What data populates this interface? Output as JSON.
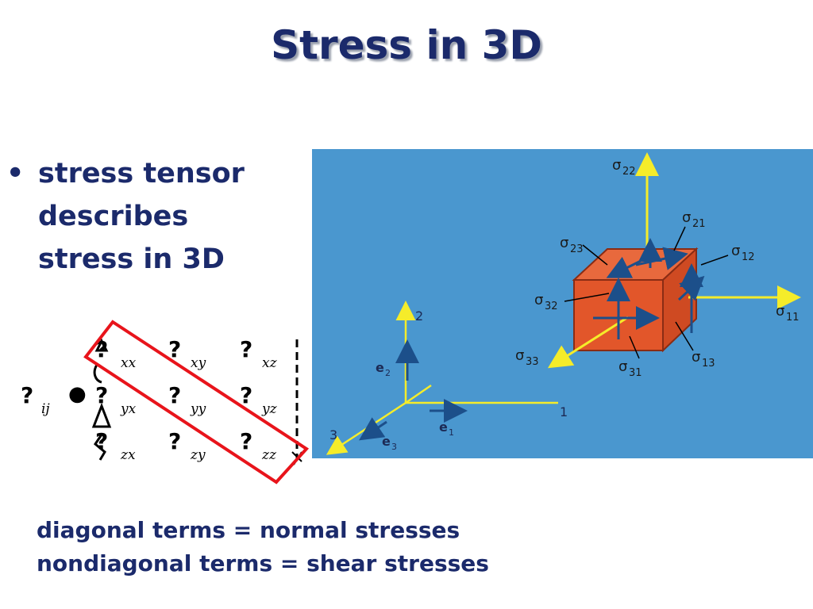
{
  "slide": {
    "title": "Stress in 3D",
    "bullet": {
      "marker": "•",
      "lines": [
        "stress tensor",
        "describes",
        "stress in 3D"
      ]
    },
    "footer": {
      "line1": "diagonal terms = normal stresses",
      "line2": "nondiagonal terms = shear stresses"
    }
  },
  "matrix": {
    "missing_glyph": "?",
    "lhs_sub": "ij",
    "dot": "●",
    "rows": [
      [
        "xx",
        "xy",
        "xz"
      ],
      [
        "yx",
        "yy",
        "yz"
      ],
      [
        "zx",
        "zy",
        "zz"
      ]
    ],
    "highlight_color": "#e8141b"
  },
  "diagram": {
    "background": "#4a97cf",
    "cube_color": "#e2562a",
    "arrow_color_yellow": "#f5ec2a",
    "arrow_color_blue": "#1c4f8a",
    "axes": {
      "axis1": "1",
      "axis2": "2",
      "axis3": "3",
      "e1": "e",
      "e1_sub": "1",
      "e2": "e",
      "e2_sub": "2",
      "e3": "e",
      "e3_sub": "3"
    },
    "sigma_symbol": "σ",
    "labels": {
      "s22": "22",
      "s21": "21",
      "s23": "23",
      "s12": "12",
      "s32": "32",
      "s11": "11",
      "s33": "33",
      "s13": "13",
      "s31": "31"
    }
  }
}
